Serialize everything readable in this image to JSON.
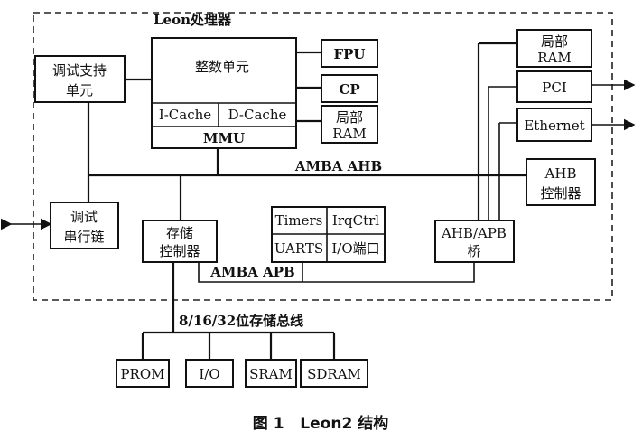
{
  "diagram": {
    "container_label": "Leon处理器",
    "integer_unit": "整数单元",
    "icache": "I-Cache",
    "dcache": "D-Cache",
    "mmu": "MMU",
    "fpu": "FPU",
    "cp": "CP",
    "local_ram_left": [
      "局部",
      "RAM"
    ],
    "local_ram_right": [
      "局部",
      "RAM"
    ],
    "debug_support": [
      "调试支持",
      "单元"
    ],
    "debug_serial": [
      "调试",
      "串行链"
    ],
    "memory_controller": [
      "存储",
      "控制器"
    ],
    "timers": "Timers",
    "irqctrl": "IrqCtrl",
    "uarts": "UARTS",
    "io_port": "I/O端口",
    "ahb_apb_bridge": [
      "AHB/APB",
      "桥"
    ],
    "pci": "PCI",
    "ethernet": "Ethernet",
    "ahb_controller": [
      "AHB",
      "控制器"
    ],
    "amba_ahb": "AMBA AHB",
    "amba_apb": "AMBA APB",
    "memory_bus": "8/16/32位存储总线",
    "prom": "PROM",
    "io": "I/O",
    "sram": "SRAM",
    "sdram": "SDRAM",
    "caption": "图 1   Leon2 结构"
  }
}
